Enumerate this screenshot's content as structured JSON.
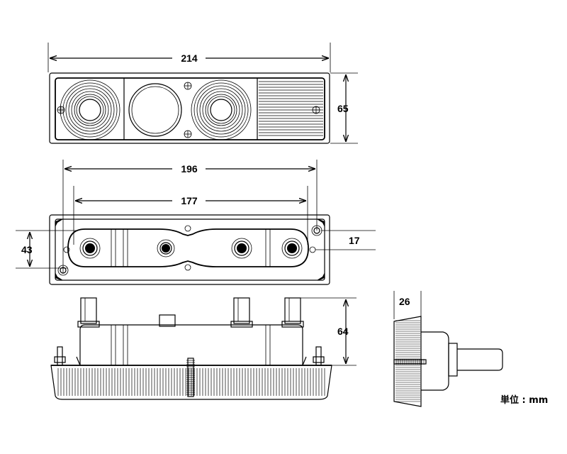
{
  "dimensions": {
    "front_width": "214",
    "front_height": "65",
    "mount_outer_spacing": "196",
    "mount_inner_spacing": "177",
    "back_height": "43",
    "hole_offset": "17",
    "side_height": "64",
    "depth": "26"
  },
  "unit_label": "単位 : mm"
}
